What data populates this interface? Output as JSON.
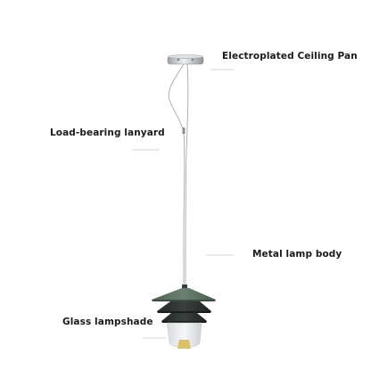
{
  "callouts": [
    {
      "label": "Electroplated Ceiling Pan"
    },
    {
      "label": "Load-bearing lanyard"
    },
    {
      "label": "Metal lamp body"
    },
    {
      "label": "Glass lampshade"
    }
  ],
  "colors": {
    "text": "#1a1a1a",
    "leader_line": "#c8c8c8",
    "ceiling_pan": "#cfd2d5",
    "cable": "#a8a8a8",
    "shade_green": "#5f7462",
    "shade_dark": "#2d3230",
    "glass": "#ecedee",
    "inner_yellow": "#d9c06a"
  }
}
